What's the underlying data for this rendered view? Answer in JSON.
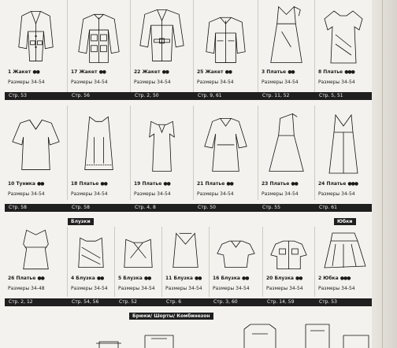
{
  "dot": "●",
  "rows": [
    {
      "items": [
        {
          "num": "1",
          "name": "Жакет",
          "dots": 2,
          "sizes": "Размеры 34-54",
          "page": "Стр. 53"
        },
        {
          "num": "17",
          "name": "Жакет",
          "dots": 2,
          "sizes": "Размеры 34-54",
          "page": "Стр. 56"
        },
        {
          "num": "22",
          "name": "Жакет",
          "dots": 2,
          "sizes": "Размеры 34-54",
          "page": "Стр. 2, 50"
        },
        {
          "num": "25",
          "name": "Жакет",
          "dots": 2,
          "sizes": "Размеры 34-54",
          "page": "Стр. 9, 61"
        },
        {
          "num": "3",
          "name": "Платье",
          "dots": 2,
          "sizes": "Размеры 34-54",
          "page": "Стр. 11, 52"
        },
        {
          "num": "8",
          "name": "Платье",
          "dots": 3,
          "sizes": "Размеры 34-54",
          "page": "Стр. 5, 51"
        }
      ]
    },
    {
      "items": [
        {
          "num": "10",
          "name": "Туника",
          "dots": 2,
          "sizes": "Размеры 34-54",
          "page": "Стр. 58"
        },
        {
          "num": "18",
          "name": "Платье",
          "dots": 2,
          "sizes": "Размеры 34-54",
          "page": "Стр. 58"
        },
        {
          "num": "19",
          "name": "Платье",
          "dots": 2,
          "sizes": "Размеры 34-54",
          "page": "Стр. 4, 8"
        },
        {
          "num": "21",
          "name": "Платье",
          "dots": 2,
          "sizes": "Размеры 34-54",
          "page": "Стр. 50"
        },
        {
          "num": "23",
          "name": "Платье",
          "dots": 2,
          "sizes": "Размеры 34-54",
          "page": "Стр. 55"
        },
        {
          "num": "24",
          "name": "Платье",
          "dots": 3,
          "sizes": "Размеры 34-54",
          "page": "Стр. 61"
        }
      ]
    },
    {
      "items": [
        {
          "num": "26",
          "name": "Платье",
          "dots": 2,
          "sizes": "Размеры 34-48",
          "page": "Стр. 2, 12"
        },
        {
          "num": "4",
          "name": "Блузка",
          "dots": 2,
          "sizes": "Размеры 34-54",
          "page": "Стр. 54, 56"
        },
        {
          "num": "5",
          "name": "Блузка",
          "dots": 2,
          "sizes": "Размеры 34-54",
          "page": "Стр. 52"
        },
        {
          "num": "11",
          "name": "Блузка",
          "dots": 2,
          "sizes": "Размеры 34-54",
          "page": "Стр. 6"
        },
        {
          "num": "16",
          "name": "Блузка",
          "dots": 2,
          "sizes": "Размеры 34-54",
          "page": "Стр. 3, 60"
        },
        {
          "num": "20",
          "name": "Блузка",
          "dots": 2,
          "sizes": "Размеры 34-54",
          "page": "Стр. 14, 59"
        },
        {
          "num": "2",
          "name": "Юбка",
          "dots": 3,
          "sizes": "Размеры 34-54",
          "page": "Стр. 53"
        }
      ]
    }
  ],
  "sections": {
    "blouses": "Блузки",
    "skirts": "Юбки",
    "pants": "Брюки/ Шорты/ Комбинезон"
  }
}
